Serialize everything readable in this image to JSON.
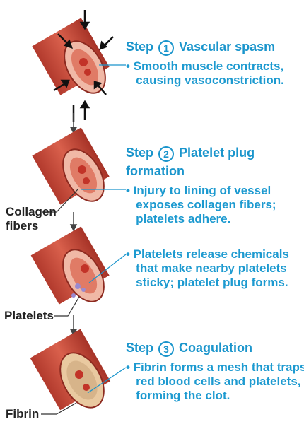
{
  "step1": {
    "prefix": "Step",
    "number": "1",
    "title": "Vascular spasm",
    "bullet": "• Smooth muscle contracts,\n   causing vasoconstriction."
  },
  "step2": {
    "prefix": "Step",
    "number": "2",
    "title_line1": "Platelet plug",
    "title_line2": "formation",
    "bullet1": "• Injury to lining of vessel\n   exposes collagen fibers;\n   platelets adhere.",
    "bullet2": "• Platelets release chemicals\n   that make nearby platelets\n   sticky; platelet plug forms."
  },
  "step3": {
    "prefix": "Step",
    "number": "3",
    "title": "Coagulation",
    "bullet": "• Fibrin forms a mesh that traps\n   red blood cells and platelets,\n   forming the clot."
  },
  "labels": {
    "collagen": "Collagen\nfibers",
    "platelets": "Platelets",
    "fibrin": "Fibrin"
  },
  "colors": {
    "text_accent": "#1a95cc",
    "vessel": "#c4493a",
    "vessel_inner": "#e28a77"
  }
}
